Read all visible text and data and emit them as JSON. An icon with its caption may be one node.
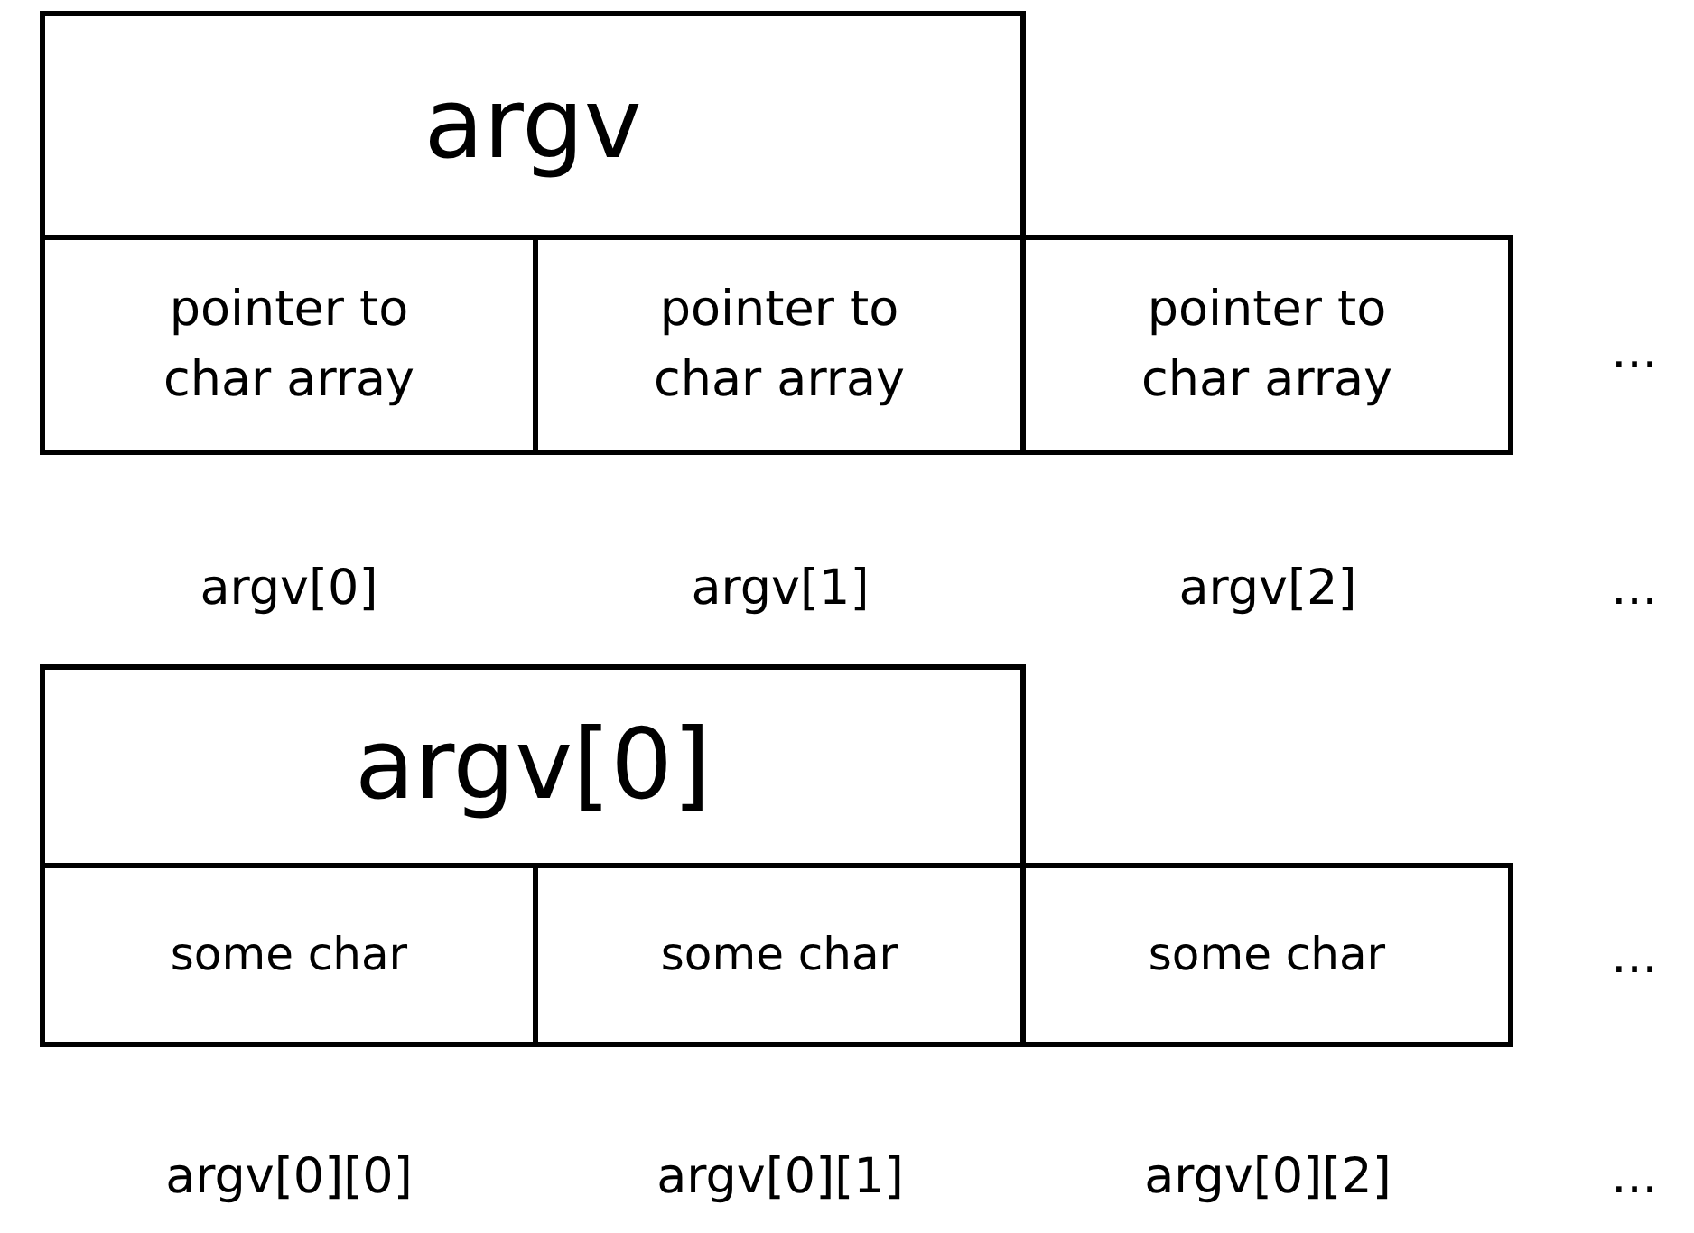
{
  "diagram": {
    "nodes": [
      {
        "text": [
          "argv"
        ]
      },
      {
        "text": [
          "pointer to char array"
        ]
      },
      {
        "text": [
          "pointer to char array"
        ]
      },
      {
        "text": [
          "pointer to char array"
        ]
      },
      {
        "text": [
          "argv[0]"
        ]
      },
      {
        "text": [
          "some char"
        ]
      },
      {
        "text": [
          "some char"
        ]
      },
      {
        "text": [
          "some char"
        ]
      }
    ],
    "edges": [],
    "labels": [
      "...",
      "argv[0]",
      "argv[1]",
      "argv[2]",
      "...",
      "...",
      "argv[0][0]",
      "argv[0][1]",
      "argv[0][2]",
      "..."
    ]
  }
}
